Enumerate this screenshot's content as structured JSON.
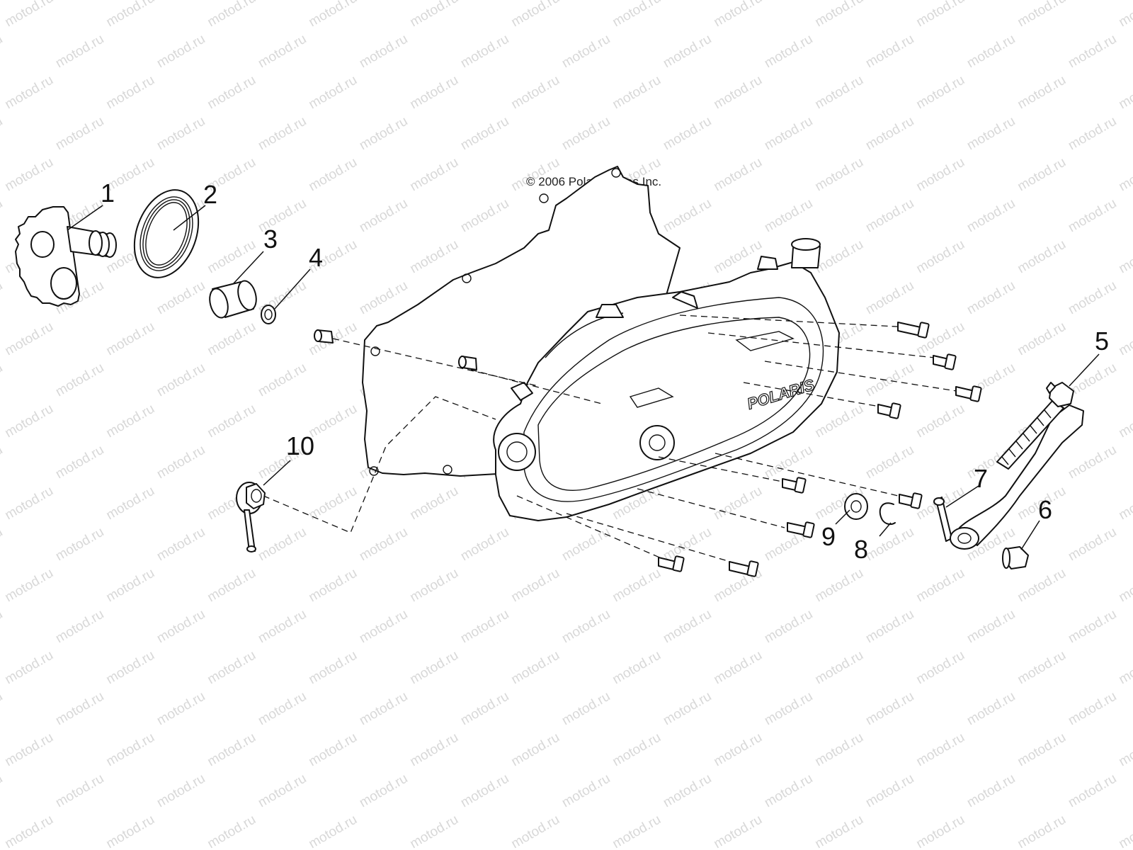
{
  "copyright": "© 2006 Polaris Sales Inc.",
  "watermark": "motod.ru",
  "brand_logo": "POLARIS",
  "callouts": [
    "1",
    "2",
    "3",
    "4",
    "5",
    "6",
    "7",
    "8",
    "9",
    "10"
  ],
  "parts": [
    {
      "id": "1",
      "part": "kick-start-gear-shaft-icon"
    },
    {
      "id": "2",
      "part": "spring-icon"
    },
    {
      "id": "3",
      "part": "bushing-icon"
    },
    {
      "id": "4",
      "part": "washer-icon"
    },
    {
      "id": "5",
      "part": "kick-start-lever-icon"
    },
    {
      "id": "6",
      "part": "cap-icon"
    },
    {
      "id": "7",
      "part": "bolt-icon"
    },
    {
      "id": "8",
      "part": "clip-icon"
    },
    {
      "id": "9",
      "part": "washer-icon"
    },
    {
      "id": "10",
      "part": "pinion-gear-icon"
    }
  ],
  "colors": {
    "line": "#111111",
    "watermark": "#d8d8d8",
    "background": "#ffffff"
  }
}
